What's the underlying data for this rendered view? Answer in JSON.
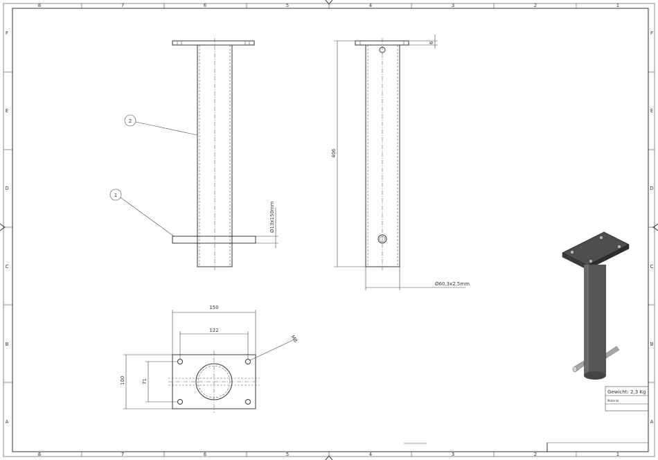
{
  "border": {
    "columns": [
      "8",
      "7",
      "6",
      "5",
      "4",
      "3",
      "2",
      "1"
    ],
    "rows": [
      "F",
      "E",
      "D",
      "C",
      "B",
      "A"
    ]
  },
  "balloons": {
    "item_1": "1",
    "item_2": "2"
  },
  "front_view": {
    "pin_label": "Ø13x150mm"
  },
  "side_view": {
    "height_label": "406",
    "plate_thickness_label": "6",
    "tube_label": "Ø60,3x2,5mm"
  },
  "top_view": {
    "width_label": "150",
    "hole_spacing_label": "122",
    "depth_label": "100",
    "hole_depth_label": "71",
    "thread_label": "M8"
  },
  "title_block": {
    "weight": "Gewicht: 2,3 Kg",
    "material_label": "Material"
  }
}
